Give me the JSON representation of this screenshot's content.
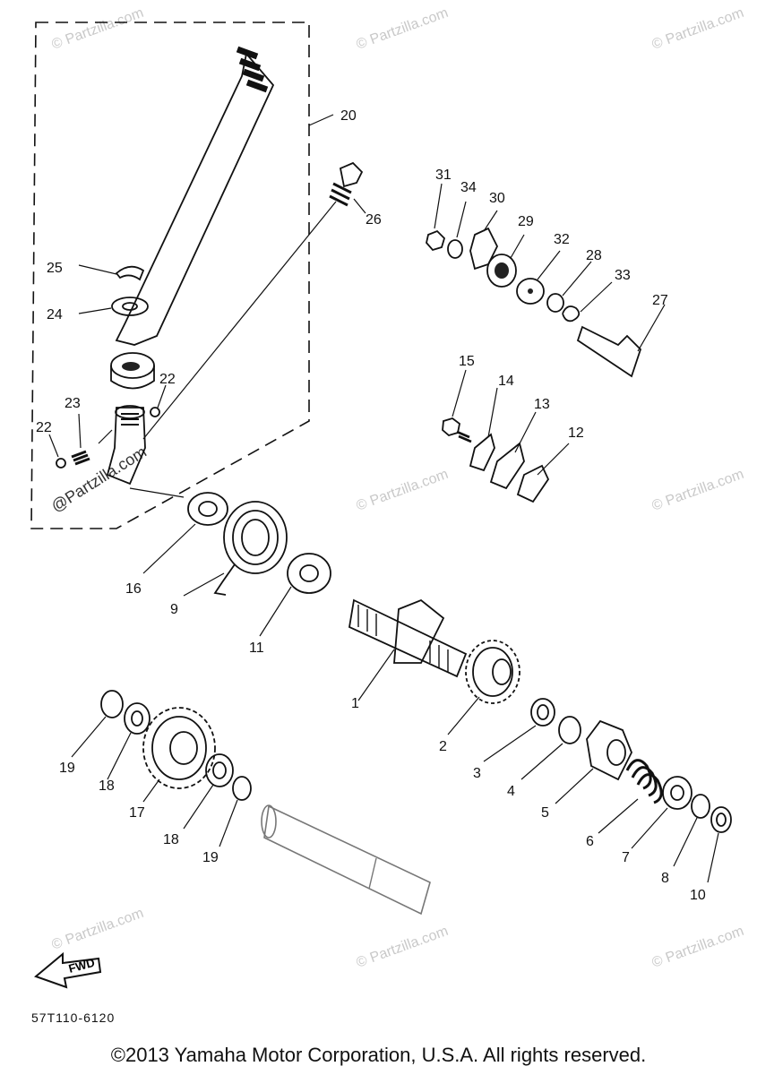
{
  "diagram": {
    "callouts": {
      "c1": "1",
      "c2": "2",
      "c3": "3",
      "c4": "4",
      "c5": "5",
      "c6": "6",
      "c7": "7",
      "c8": "8",
      "c9": "9",
      "c10": "10",
      "c11": "11",
      "c12": "12",
      "c13": "13",
      "c14": "14",
      "c15": "15",
      "c16": "16",
      "c17": "17",
      "c18a": "18",
      "c18b": "18",
      "c19a": "19",
      "c19b": "19",
      "c20": "20",
      "c22a": "22",
      "c22b": "22",
      "c23": "23",
      "c24": "24",
      "c25": "25",
      "c26": "26",
      "c27": "27",
      "c28": "28",
      "c29": "29",
      "c30": "30",
      "c31": "31",
      "c32": "32",
      "c33": "33",
      "c34": "34"
    },
    "fwd_label": "FWD",
    "figure_code": "57T110-6120",
    "watermarks": {
      "partzilla": "© Partzilla.com",
      "partzilla_lower": "@Partzilla.com"
    }
  },
  "footer": {
    "copyright": "©2013 Yamaha Motor Corporation, U.S.A. All rights reserved."
  }
}
